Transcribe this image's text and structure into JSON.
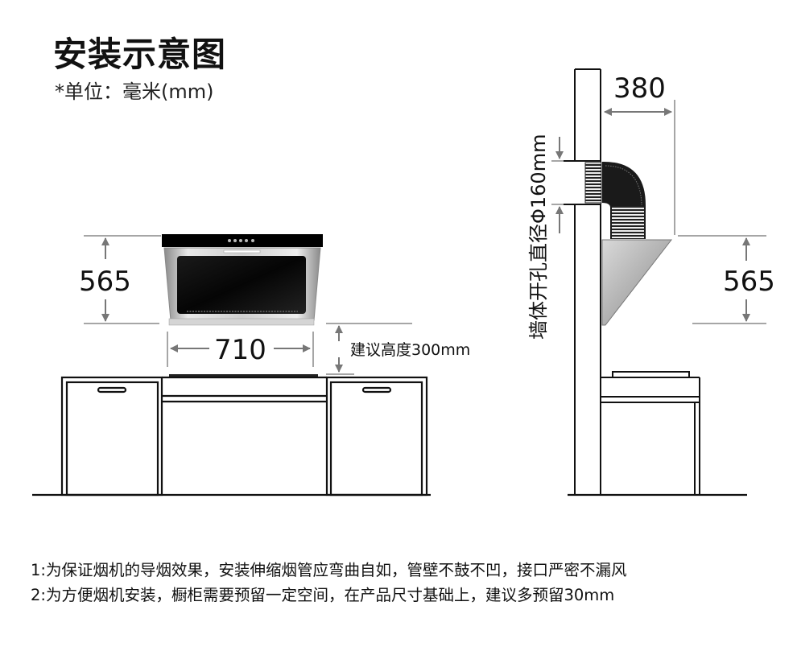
{
  "header": {
    "title": "安装示意图",
    "unit": "*单位：毫米(mm)"
  },
  "front_view": {
    "hood_height_label": "565",
    "hood_width_label": "710",
    "suggested_height_label": "建议高度300mm"
  },
  "side_view": {
    "depth_label": "380",
    "wall_hole_label": "墙体开孔直径Φ160mm",
    "hood_height_label": "565"
  },
  "notes": [
    "1:为保证烟机的导烟效果，安装伸缩烟管应弯曲自如，管壁不鼓不凹，接口严密不漏风",
    "2:为方便烟机安装，橱柜需要预留一定空间，在产品尺寸基础上，建议多预留30mm"
  ],
  "colors": {
    "line": "#111111",
    "dim_line": "#888888",
    "glass": "#0d0d0d",
    "steel": "#c8c8c8"
  }
}
